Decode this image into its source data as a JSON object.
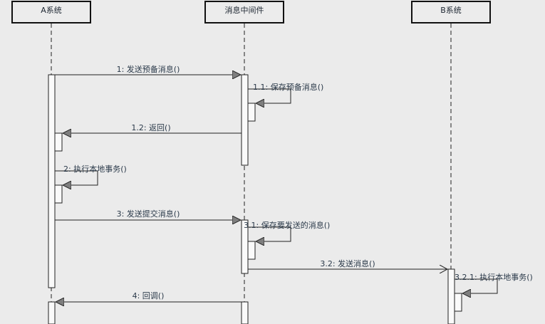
{
  "participants": [
    {
      "id": "a",
      "name": "A系统"
    },
    {
      "id": "mq",
      "name": "消息中间件"
    },
    {
      "id": "b",
      "name": "B系统"
    }
  ],
  "messages": [
    {
      "id": "m1",
      "label": "1: 发送预备消息()"
    },
    {
      "id": "m1_1",
      "label": "1.1: 保存预备消息()"
    },
    {
      "id": "m1_2",
      "label": "1.2: 返回()"
    },
    {
      "id": "m2",
      "label": "2: 执行本地事务()"
    },
    {
      "id": "m3",
      "label": "3: 发送提交消息()"
    },
    {
      "id": "m3_1",
      "label": "3.1: 保存要发送的消息()"
    },
    {
      "id": "m3_2",
      "label": "3.2: 发送消息()"
    },
    {
      "id": "m3_2_1",
      "label": "3.2.1: 执行本地事务()"
    },
    {
      "id": "m4",
      "label": "4: 回调()"
    }
  ]
}
